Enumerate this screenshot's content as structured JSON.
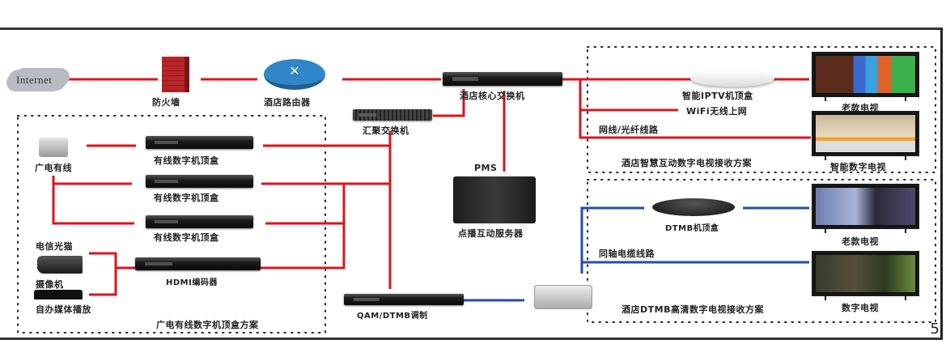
{
  "page_number": "5",
  "colors": {
    "ip_line": "#d9141e",
    "coax_line": "#1f4fa8",
    "router": "#2f86c9",
    "firewall": "#b8262a"
  },
  "nodes": {
    "internet": "Internet",
    "firewall": "防火墙",
    "router": "酒店路由器",
    "core_switch": "酒店核心交换机",
    "aggregation_switch": "汇聚交换机",
    "pms": "PMS",
    "vod_server": "点播互动服务器",
    "cable_source": "广电有线",
    "cable_stb_1": "有线数字机顶盒",
    "cable_stb_2": "有线数字机顶盒",
    "cable_stb_3": "有线数字机顶盒",
    "telecom_modem": "电信光猫",
    "camera": "摄像机",
    "media_player": "自办媒体播放",
    "hdmi_encoder": "HDMI编码器",
    "qam_modulator": "QAM/DTMB调制",
    "iptv_box": "智能IPTV机顶盒",
    "wifi": "WiFi无线上网",
    "network_line": "网线/光纤线路",
    "old_tv_top": "老款电视",
    "smart_tv": "智能数字电视",
    "dtmb_box": "DTMB机顶盒",
    "coax_line": "同轴电缆线路",
    "old_tv_bottom": "老款电视",
    "digital_tv": "数字电视"
  },
  "regions": {
    "cable_scheme": "广电有线数字机顶盒方案",
    "iptv_scheme": "酒店智慧互动数字电视接收方案",
    "dtmb_scheme": "酒店DTMB高清数字电视接收方案"
  }
}
